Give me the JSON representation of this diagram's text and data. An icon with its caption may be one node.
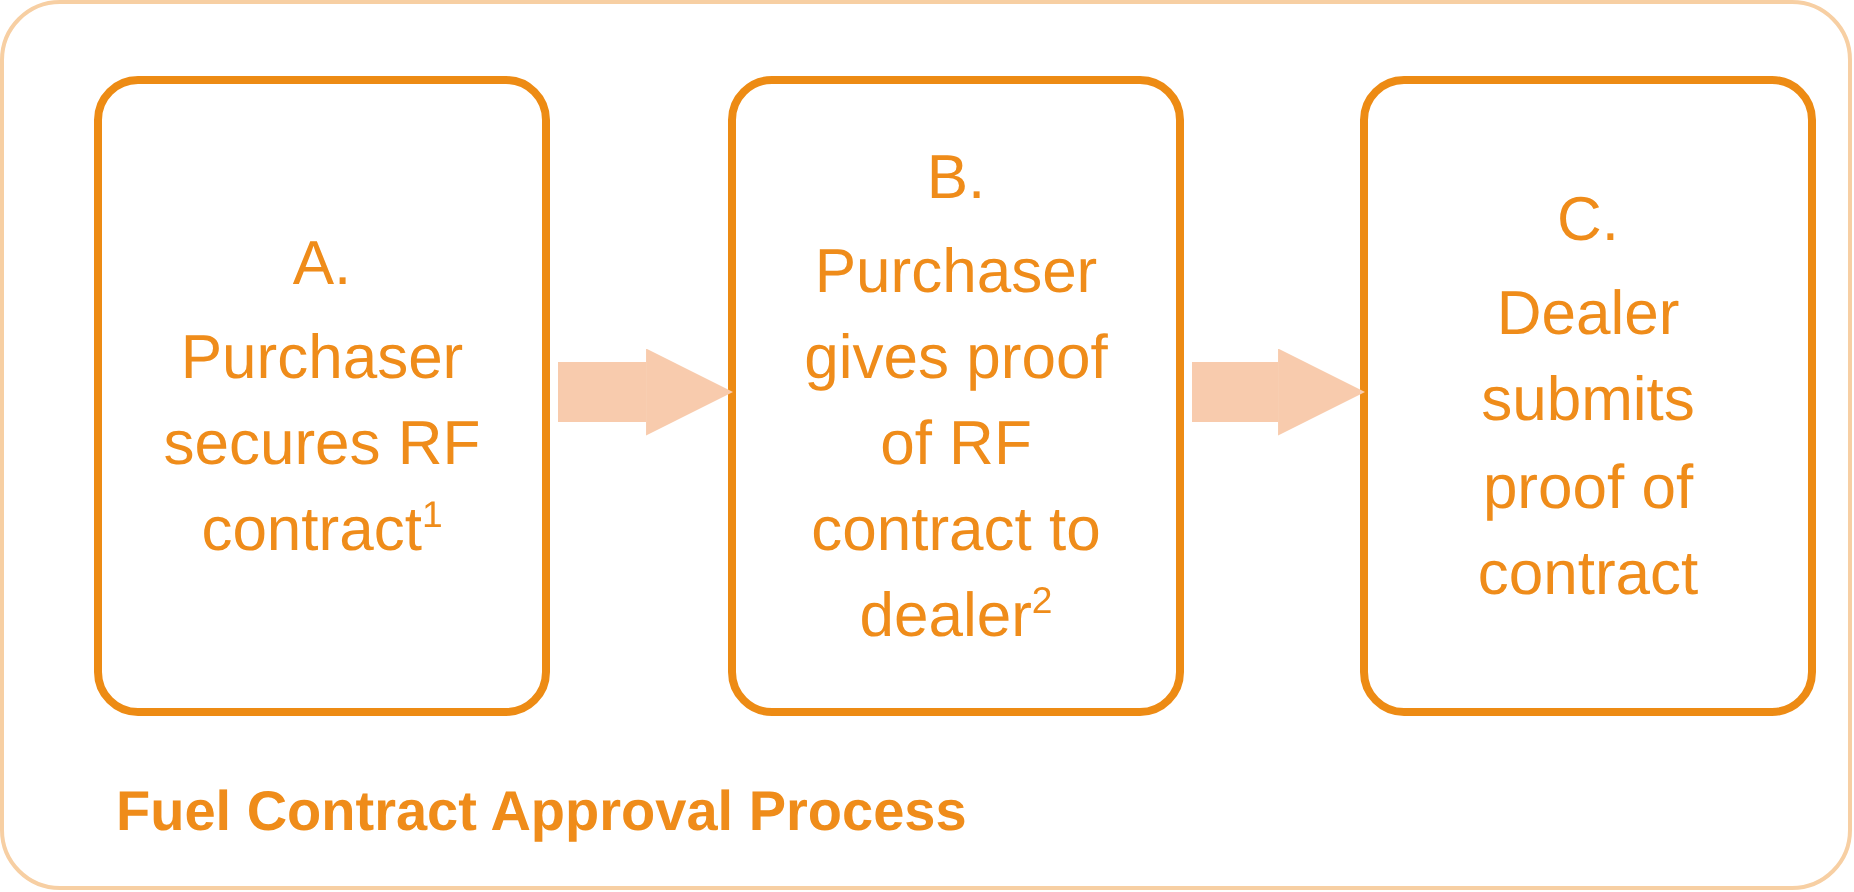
{
  "diagram": {
    "nodes": [
      {
        "text": [
          "Fuel Contract Approval Process"
        ]
      },
      {
        "text": [
          "A.",
          "Purchaser secures RF contract$^{1}$"
        ],
        "in": 0
      },
      {
        "text": [
          "B.",
          "Purchaser gives proof of RF contract to dealer$^{2}$"
        ],
        "in": 0
      },
      {
        "text": [
          "C.",
          "Dealer submits proof of contract"
        ],
        "in": 0
      }
    ],
    "edges": [
      {
        "from": 1,
        "to": 2,
        "arrow": "to"
      },
      {
        "from": 2,
        "to": 3,
        "arrow": "to"
      }
    ]
  }
}
